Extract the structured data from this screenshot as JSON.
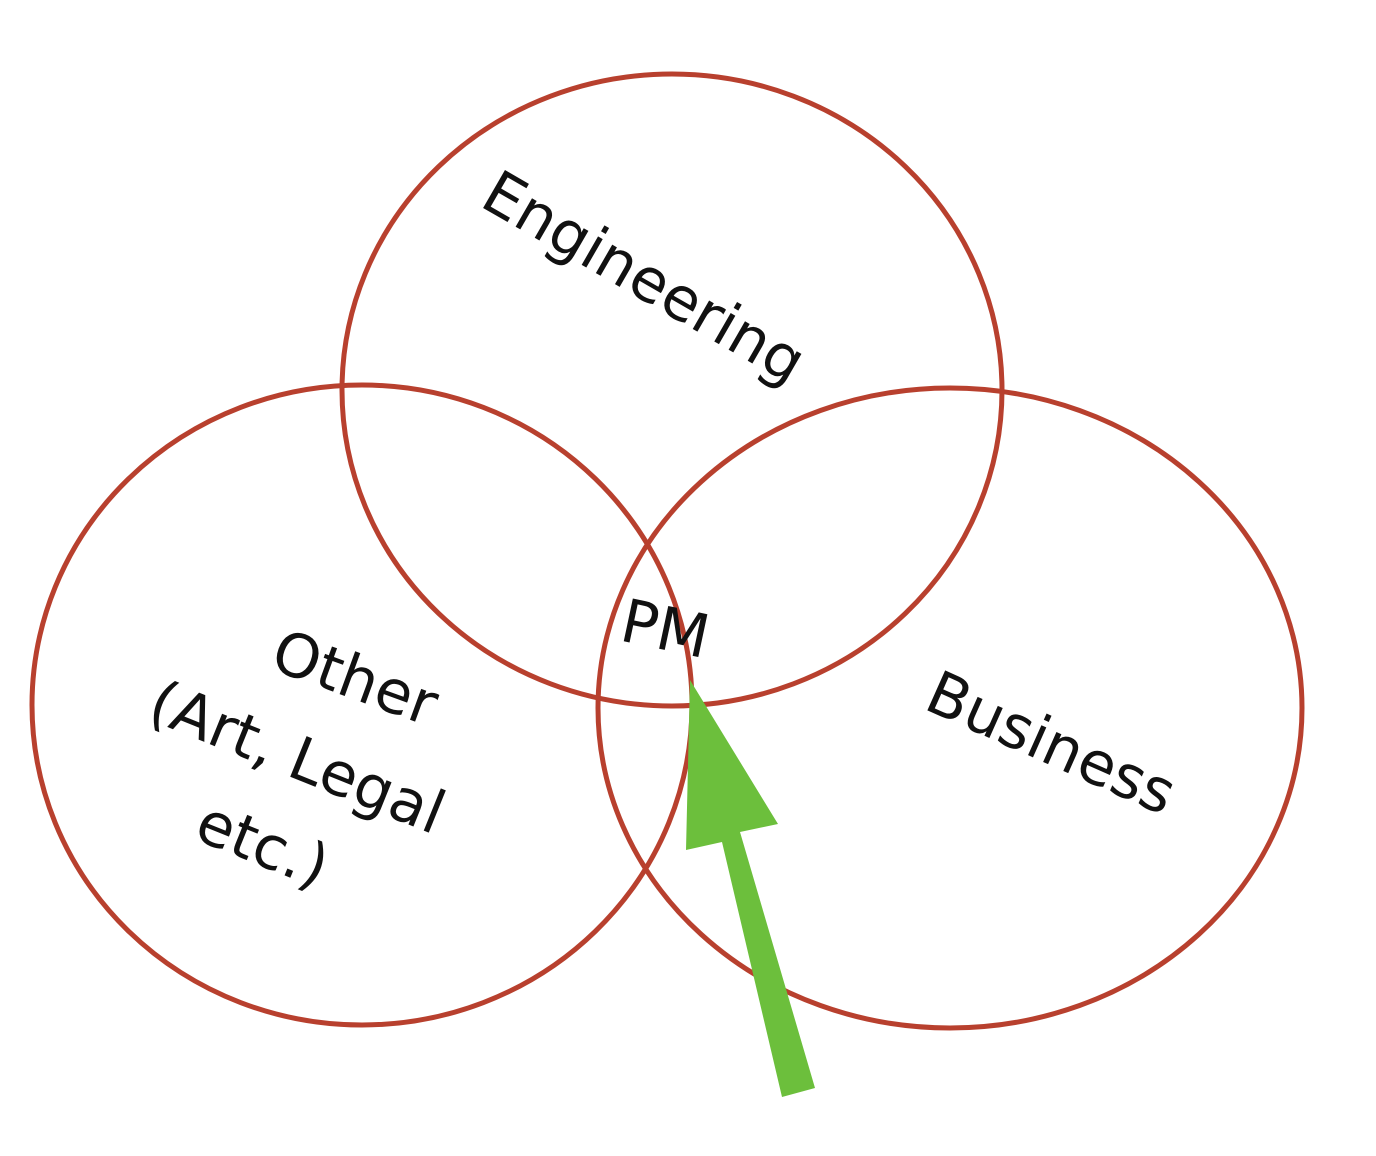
{
  "diagram": {
    "type": "venn",
    "sets": [
      {
        "label": "Engineering"
      },
      {
        "label": "Other",
        "sublabel_lines": [
          "(Art, Legal",
          "etc.)"
        ]
      },
      {
        "label": "Business"
      }
    ],
    "intersection": {
      "label": "PM"
    },
    "colors": {
      "circle_stroke": "#b8402e",
      "arrow": "#6cbf3c"
    }
  }
}
